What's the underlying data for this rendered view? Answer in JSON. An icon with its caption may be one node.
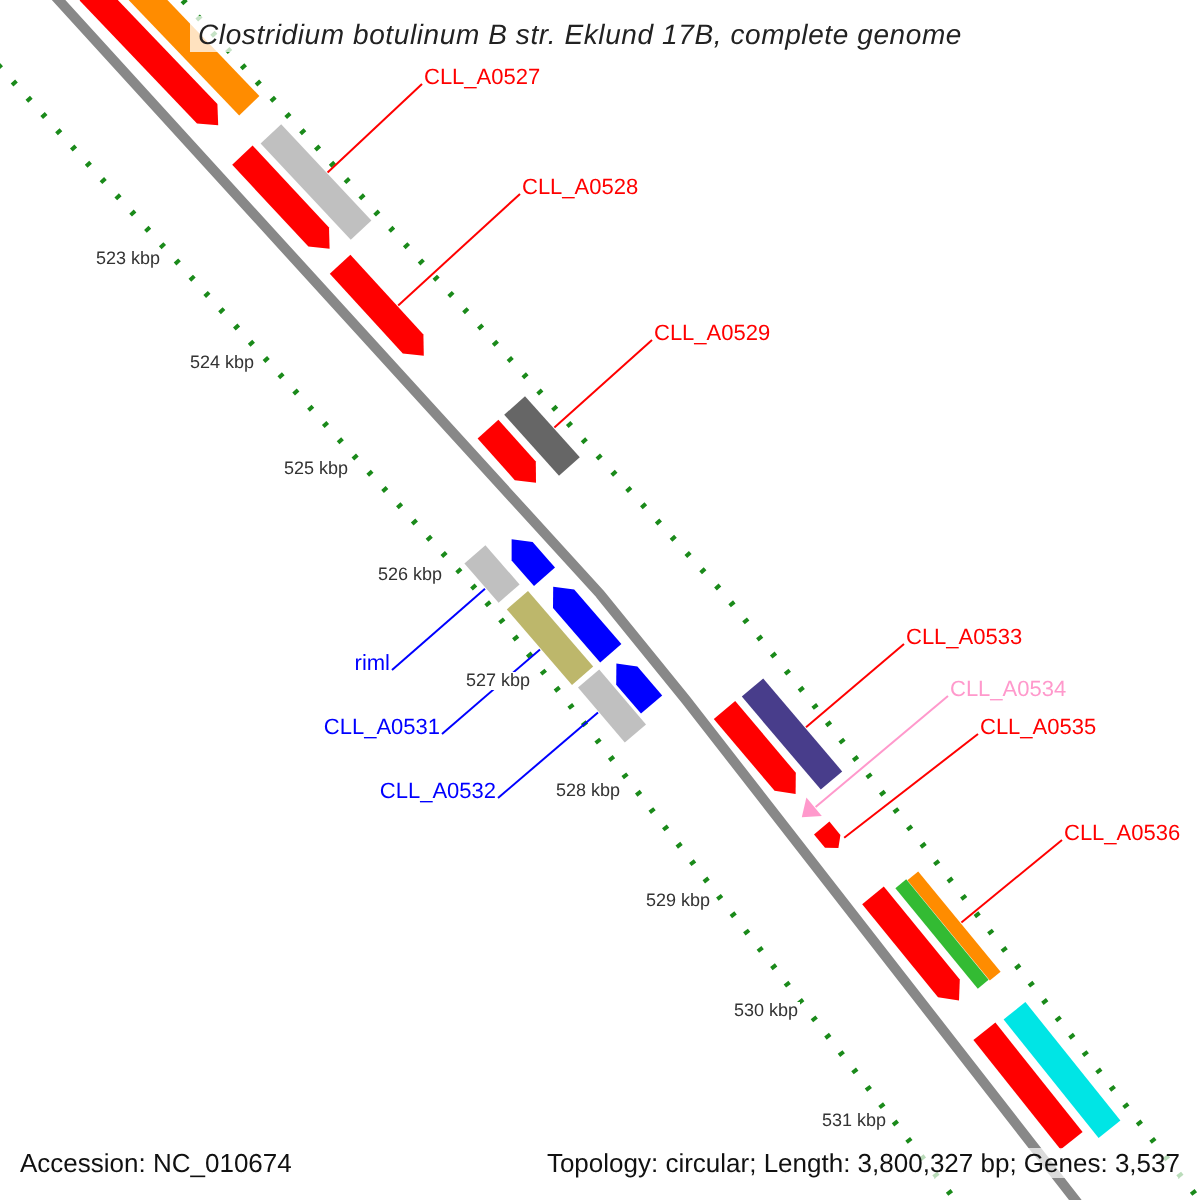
{
  "diagram": {
    "title": "Clostridium botulinum B str. Eklund 17B, complete genome",
    "nodes": [
      {
        "text": [
          "CLL_A0527"
        ]
      },
      {
        "text": [],
        "shape": "bar"
      },
      {
        "text": [
          "CLL_A0528"
        ]
      },
      {
        "text": [],
        "shape": "arrow"
      },
      {
        "text": [
          "CLL_A0529"
        ]
      },
      {
        "text": [],
        "shape": "bar"
      },
      {
        "text": [
          "riml"
        ]
      },
      {
        "text": [],
        "shape": "bar"
      },
      {
        "text": [
          "CLL_A0531"
        ]
      },
      {
        "text": [],
        "shape": "bar"
      },
      {
        "text": [
          "CLL_A0532"
        ]
      },
      {
        "text": [],
        "shape": "bar"
      },
      {
        "text": [
          "CLL_A0533"
        ]
      },
      {
        "text": [],
        "shape": "bar"
      },
      {
        "text": [
          "CLL_A0534"
        ]
      },
      {
        "text": [],
        "shape": "triangle"
      },
      {
        "text": [
          "CLL_A0535"
        ]
      },
      {
        "text": [],
        "shape": "arrow"
      },
      {
        "text": [
          "CLL_A0536"
        ]
      },
      {
        "text": [],
        "shape": "bar"
      },
      {
        "text": [],
        "shape": "arrow"
      },
      {
        "text": [],
        "shape": "bar"
      },
      {
        "text": [],
        "shape": "arrow"
      },
      {
        "text": [],
        "shape": "arrow"
      },
      {
        "text": [],
        "shape": "arrow"
      },
      {
        "text": [],
        "shape": "arrow"
      },
      {
        "text": [],
        "shape": "arrow"
      },
      {
        "text": [],
        "shape": "arrow"
      },
      {
        "text": [],
        "shape": "arrow"
      },
      {
        "text": [],
        "shape": "bar"
      },
      {
        "text": [],
        "shape": "bar"
      },
      {
        "text": [],
        "shape": "bar"
      }
    ],
    "edges": [
      {
        "from": 0,
        "to": 1,
        "arrow": "none"
      },
      {
        "from": 2,
        "to": 3,
        "arrow": "none"
      },
      {
        "from": 4,
        "to": 5,
        "arrow": "none"
      },
      {
        "from": 6,
        "to": 7,
        "arrow": "none",
        "color": "#0000ff"
      },
      {
        "from": 8,
        "to": 9,
        "arrow": "none",
        "color": "#0000ff"
      },
      {
        "from": 10,
        "to": 11,
        "arrow": "none",
        "color": "#0000ff"
      },
      {
        "from": 12,
        "to": 13,
        "arrow": "none"
      },
      {
        "from": 14,
        "to": 15,
        "arrow": "none",
        "color": "#ff99cc"
      },
      {
        "from": 16,
        "to": 17,
        "arrow": "none"
      },
      {
        "from": 18,
        "to": 19,
        "arrow": "none"
      }
    ],
    "labels": [
      "523 kbp",
      "524 kbp",
      "525 kbp",
      "526 kbp",
      "527 kbp",
      "528 kbp",
      "529 kbp",
      "530 kbp",
      "531 kbp",
      "Accession: NC_010674",
      "Topology: circular; Length: 3,800,327 bp; Genes: 3,537"
    ]
  }
}
